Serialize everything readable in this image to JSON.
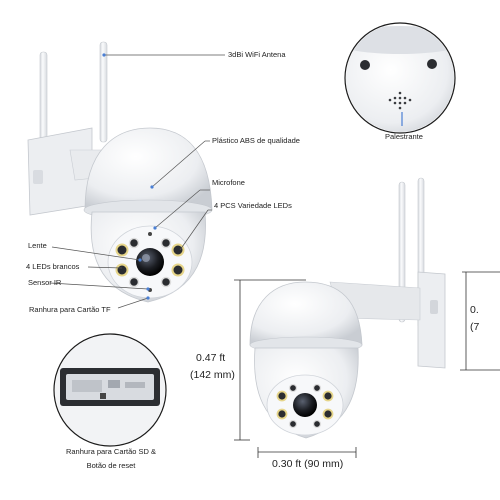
{
  "labels": {
    "antenna": "3dBi WiFi Antena",
    "plastic": "Plástico ABS de qualidade",
    "mic": "Microfone",
    "leds4pcs": "4 PCS Variedade LEDs",
    "lens": "Lente",
    "white_leds": "4 LEDs brancos",
    "ir_sensor": "Sensor IR",
    "tf_slot": "Ranhura para Cartão TF",
    "speaker": "Palestrante",
    "sd_reset_line1": "Ranhura para Cartão SD &",
    "sd_reset_line2": "Botão de reset"
  },
  "dimensions": {
    "height_ft": "0.47 ft",
    "height_mm": "(142 mm)",
    "width": "0.30 ft (90 mm)",
    "right_cut_1": "0.",
    "right_cut_2": "(7"
  },
  "colors": {
    "body": "#f4f5f7",
    "shadow": "#cfd3d9",
    "line": "#555555",
    "dimension": "#333333",
    "lens": "#1b1d22",
    "led_ring": "#e6d58a"
  }
}
